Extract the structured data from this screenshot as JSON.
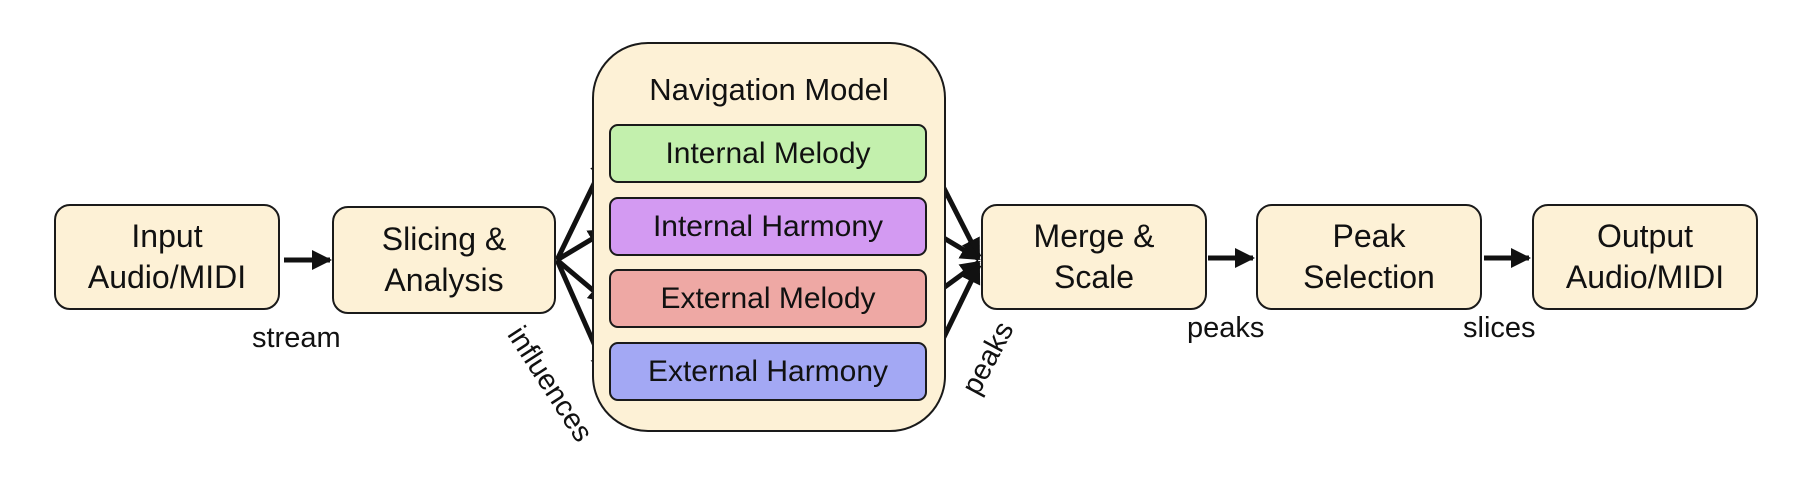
{
  "nodes": {
    "input": "Input\nAudio/MIDI",
    "slicing": "Slicing &\nAnalysis",
    "merge": "Merge &\nScale",
    "peak_selection": "Peak\nSelection",
    "output": "Output\nAudio/MIDI"
  },
  "navigation_model": {
    "title": "Navigation Model",
    "models": [
      {
        "label": "Internal Melody",
        "color": "#c3f0ad"
      },
      {
        "label": "Internal Harmony",
        "color": "#d39af2"
      },
      {
        "label": "External Melody",
        "color": "#eea8a4"
      },
      {
        "label": "External Harmony",
        "color": "#a3a8f4"
      }
    ]
  },
  "edge_labels": {
    "stream": "stream",
    "influences": "influences",
    "peaks_rotated": "peaks",
    "peaks": "peaks",
    "slices": "slices"
  },
  "colors": {
    "box_fill": "#fdf1d6",
    "stroke": "#1a1a1a"
  }
}
